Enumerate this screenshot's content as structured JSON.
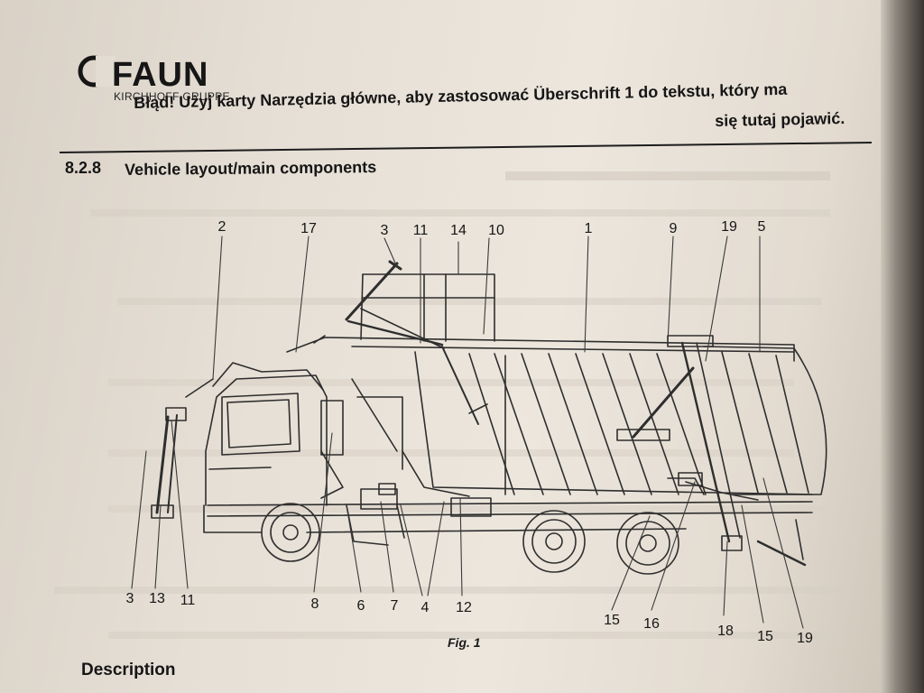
{
  "header": {
    "brand": "FAUN",
    "brand_sub": "KIRCHHOFF GRUPPE",
    "error_line1": "Błąd! Użyj karty Narzędzia główne, aby zastosować Überschrift 1 do tekstu, który ma",
    "error_line2": "się tutaj pojawić."
  },
  "section": {
    "number": "8.2.8",
    "title": "Vehicle layout/main components"
  },
  "figure": {
    "caption": "Fig. 1",
    "callouts": {
      "c2": "2",
      "c17": "17",
      "c3top": "3",
      "c11top": "11",
      "c14": "14",
      "c10": "10",
      "c1": "1",
      "c9": "9",
      "c19top": "19",
      "c5": "5",
      "c3bot": "3",
      "c13": "13",
      "c11bot": "11",
      "c8": "8",
      "c6": "6",
      "c7": "7",
      "c4": "4",
      "c12": "12",
      "c15left": "15",
      "c16": "16",
      "c18": "18",
      "c15right": "15",
      "c19bot": "19"
    }
  },
  "description": {
    "heading": "Description"
  },
  "colors": {
    "paper": "#e6dfd5",
    "ink": "#161616",
    "line": "#3a3a3a"
  }
}
